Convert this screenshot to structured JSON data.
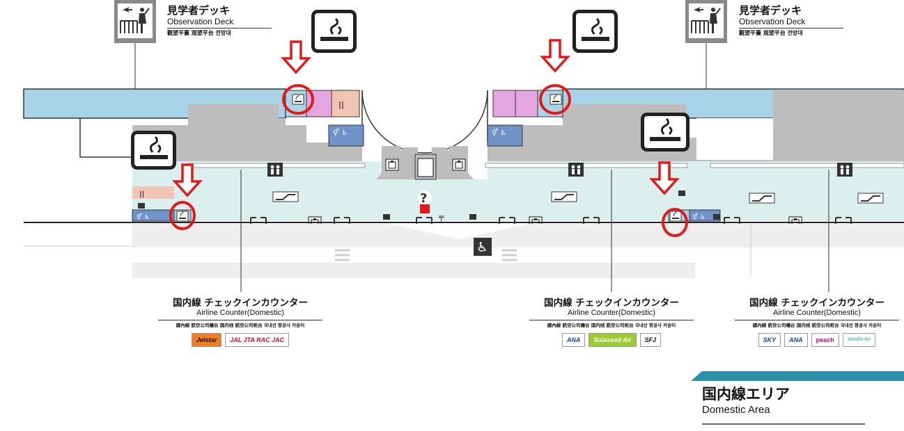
{
  "observation_deck": {
    "title_jp": "見学者デッキ",
    "title_en": "Observation Deck",
    "title_ml": "觀望平臺  观望平台  전망대"
  },
  "counters": [
    {
      "title_jp": "国内線 チェックインカウンター",
      "title_en": "Airline Counter(Domestic)",
      "title_ml": "國內線 航空公司櫃台  国内线 航空公司柜台  국내선 항공사 카운터",
      "logos": [
        "Jetstar",
        "JAL JTA RAC JAC"
      ]
    },
    {
      "title_jp": "国内線 チェックインカウンター",
      "title_en": "Airline Counter(Domestic)",
      "title_ml": "國內線 航空公司櫃台  国内线 航空公司柜台  국내선 항공사 카운터",
      "logos": [
        "ANA",
        "Solaseed Air",
        "SFJ"
      ]
    },
    {
      "title_jp": "国内線 チェックインカウンター",
      "title_en": "Airline Counter(Domestic)",
      "title_ml": "國內線 航空公司櫃台  国内线 航空公司柜台  국내선 항공사 카운터",
      "logos": [
        "SKY",
        "ANA",
        "peach",
        "Vanilla Air"
      ]
    }
  ],
  "area": {
    "title_jp": "国内線エリア",
    "title_en": "Domestic Area"
  },
  "info_symbol": "?",
  "colors": {
    "deck_blue": "#a9d3e6",
    "floor_gray": "#bdbdbd",
    "floor_light": "#dcefef",
    "restroom_blue": "#6f93c8",
    "pink": "#e3a6df",
    "salmon": "#f1c4b3",
    "highlight_red": "#e31818",
    "accent_teal": "#2e8fab",
    "icon_dark": "#333333"
  },
  "icons": [
    "smoking-area-icon",
    "observation-deck-icon",
    "restroom-icon",
    "wheelchair-icon",
    "restaurant-icon",
    "shop-icon",
    "escalator-icon",
    "elevator-icon",
    "information-icon"
  ]
}
